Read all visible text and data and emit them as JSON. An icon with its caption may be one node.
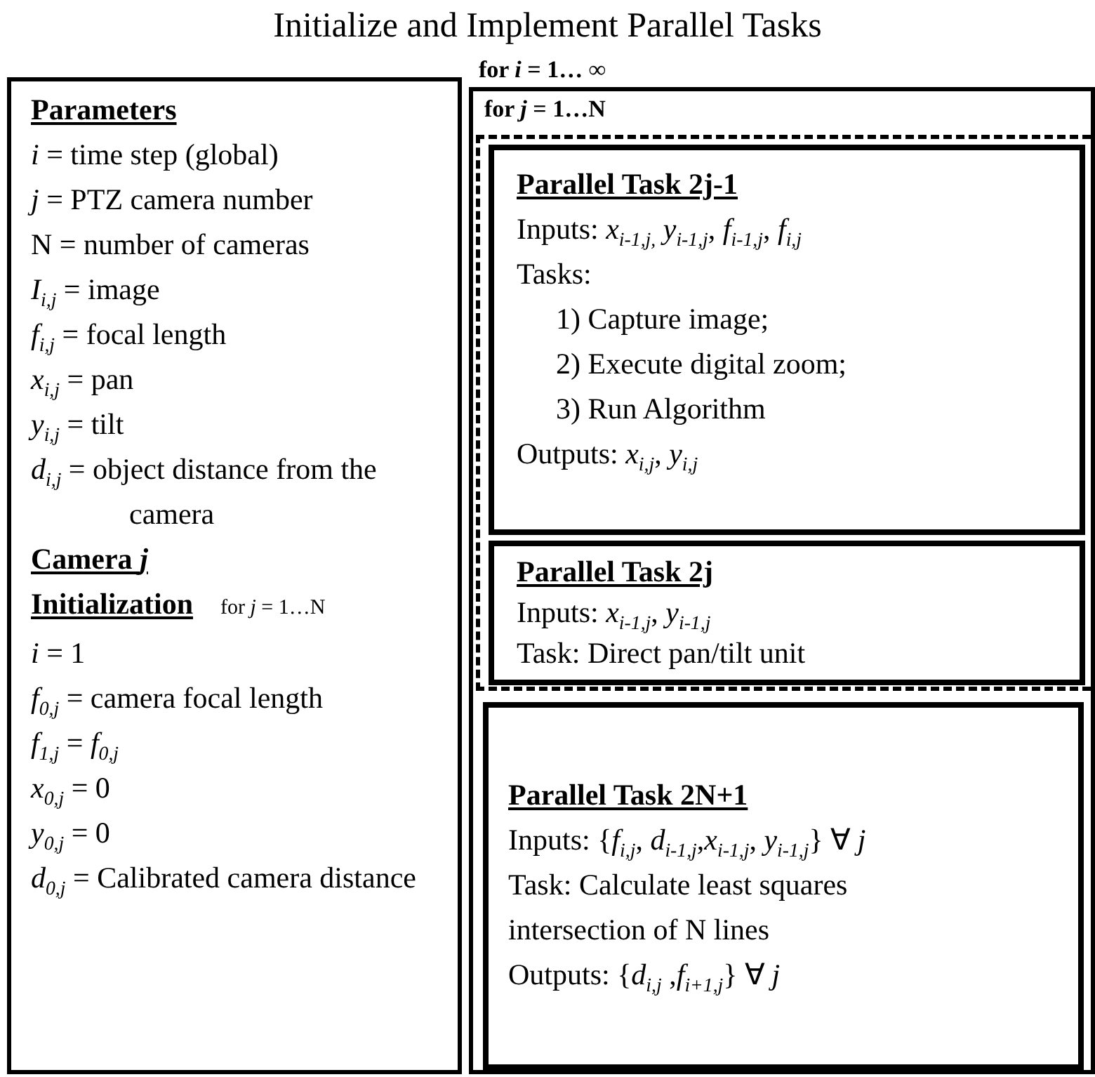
{
  "diagram": {
    "title": "Initialize and Implement Parallel Tasks",
    "nodes": [
      {
        "text": [
          "Parameters",
          "*i* = time step (global)",
          "*j* = PTZ camera number",
          "N = number of cameras",
          "*I*$_{i,j}$ = image",
          "*f*$_{i,j}$ = focal length",
          "*x*$_{i,j}$ = pan",
          "*y*$_{i,j}$ = tilt",
          "*d*$_{i,j}$ = object distance from the camera",
          "Camera *j* Initialization",
          "for *j* = 1…N",
          "*i* = 1",
          "*f*$_{0,j}$ = camera focal length",
          "*f*$_{1,j}$ = *f*$_{0,j}$",
          "*x*$_{0,j}$ = 0",
          "*y*$_{0,j}$ = 0",
          "*d*$_{0,j}$ = Calibrated camera distance"
        ]
      },
      {
        "text": [
          "for *i* = 1… ∞"
        ]
      },
      {
        "text": [
          "for *j* = 1…N"
        ],
        "in": 1
      },
      {
        "text": [
          "Parallel Task 2j-1",
          "Inputs: *x*$_{i-1,j,}$ *y*$_{i-1,j}$, *f*$_{i-1,j}$, *f*$_{i,j}$",
          "Tasks:",
          "1) Capture image;",
          "2) Execute digital zoom;",
          "3) Run Algorithm",
          "Outputs: *x*$_{i,j}$, *y*$_{i,j}$"
        ],
        "in": 2
      },
      {
        "text": [
          "Parallel Task 2j",
          "Inputs: *x*$_{i-1,j}$, *y*$_{i-1,j}$",
          "Task: Direct pan/tilt unit"
        ],
        "in": 2
      },
      {
        "text": [
          "Parallel Task 2N+1",
          "Inputs: {*f*$_{i,j}$, *d*$_{i-1,j}$,*x*$_{i-1,j}$, *y*$_{i-1,j}$} ∀ *j*",
          "Task: Calculate least squares intersection of N lines",
          "Outputs: {*d*$_{i,j}$ ,*f*$_{i+1,j}$} ∀ *j*"
        ],
        "in": 1
      }
    ]
  }
}
